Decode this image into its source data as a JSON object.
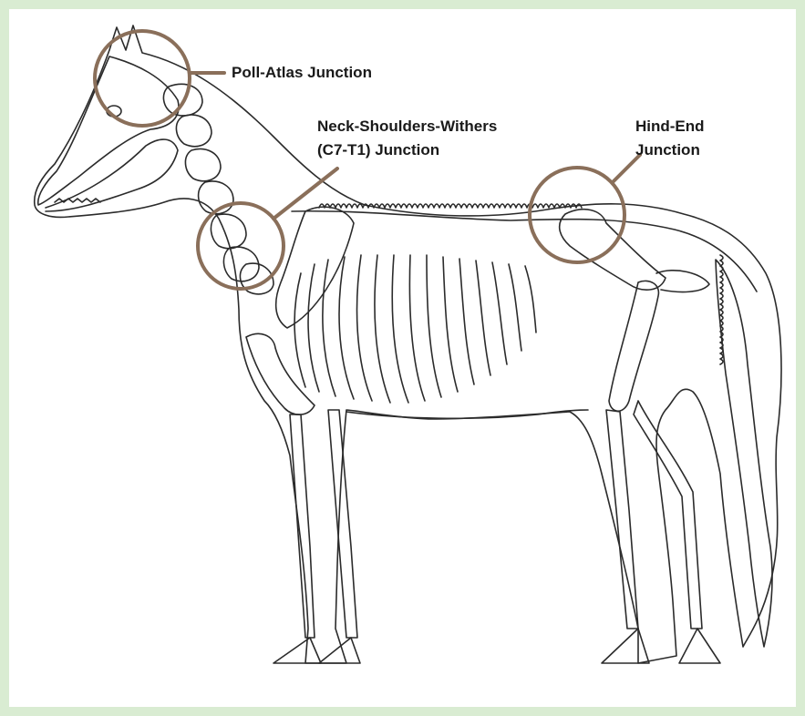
{
  "figure": {
    "border_color": "#d9ecd2",
    "callout_color": "#8a6f5a",
    "line_color": "#2b2b2b"
  },
  "callouts": {
    "poll": {
      "text": "Poll-Atlas Junction"
    },
    "neck": {
      "line1": "Neck-Shoulders-Withers",
      "line2": "(C7-T1) Junction"
    },
    "hind": {
      "line1": "Hind-End",
      "line2": "Junction"
    }
  }
}
